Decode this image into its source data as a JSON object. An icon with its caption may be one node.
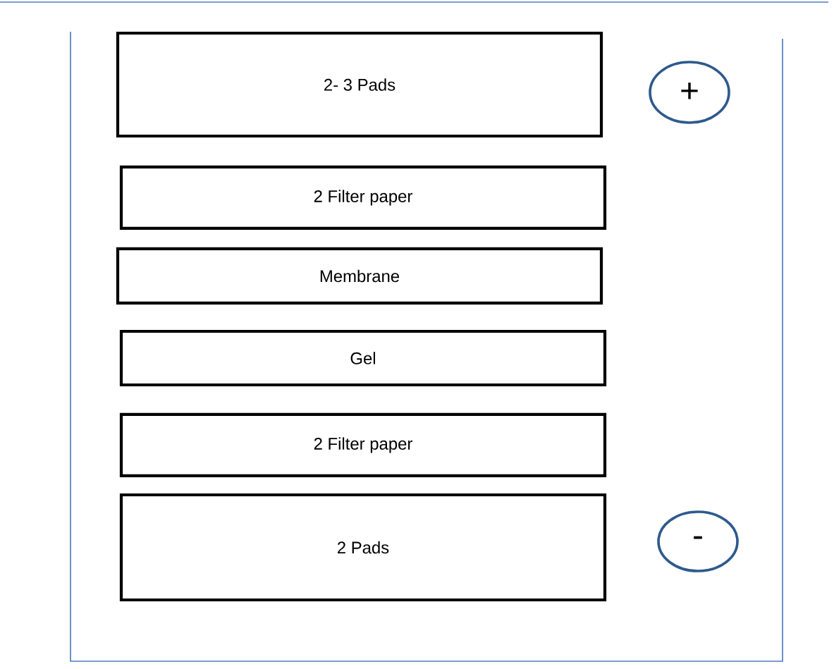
{
  "diagram": {
    "nodes": [
      {
        "text": [
          "2- 3 Pads"
        ]
      },
      {
        "text": [
          "2 Filter paper"
        ]
      },
      {
        "text": [
          "Membrane"
        ]
      },
      {
        "text": [
          "Gel"
        ]
      },
      {
        "text": [
          "2 Filter paper"
        ]
      },
      {
        "text": [
          "2 Pads"
        ]
      },
      {
        "text": [
          "+"
        ]
      },
      {
        "text": [
          "-"
        ]
      }
    ]
  }
}
